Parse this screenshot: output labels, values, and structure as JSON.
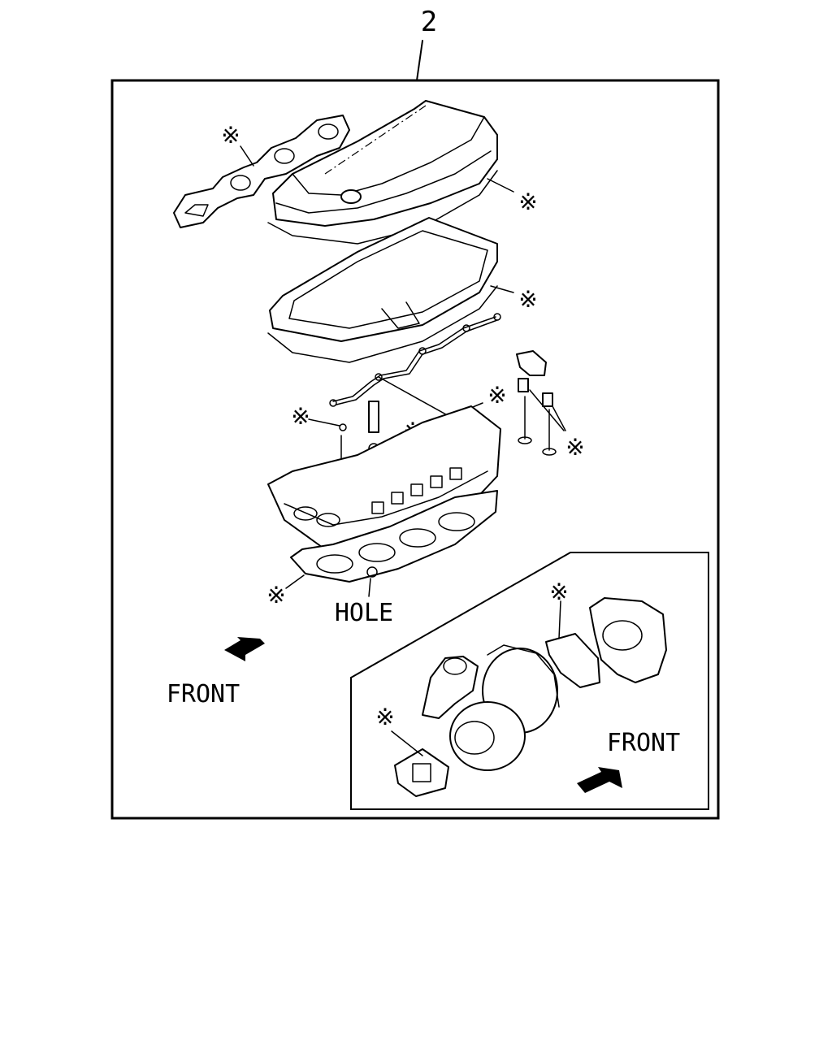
{
  "diagram": {
    "callout_number": "2",
    "hole_label": "HOLE",
    "front_label_main": "FRONT",
    "front_label_inset": "FRONT",
    "asterisk_symbol": "※"
  },
  "colors": {
    "line": "#000000",
    "background": "#ffffff"
  }
}
